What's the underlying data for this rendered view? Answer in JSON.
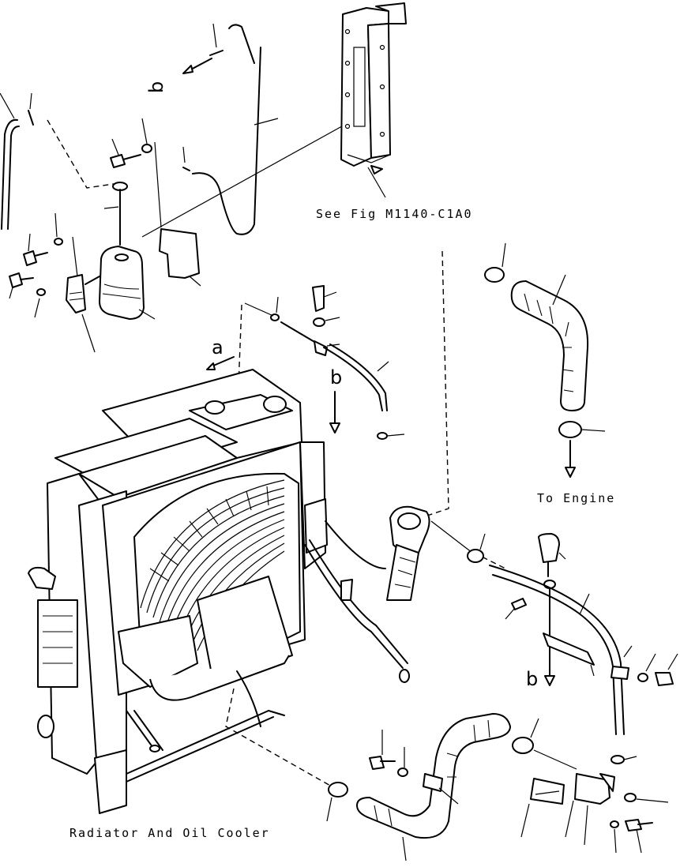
{
  "labels": {
    "see_fig": "See Fig M1140-C1A0",
    "to_engine": "To Engine",
    "assembly": "Radiator And Oil Cooler",
    "marker_a": "a",
    "marker_b_top": "b",
    "marker_b_right": "b",
    "marker_b_rotated": "b"
  }
}
